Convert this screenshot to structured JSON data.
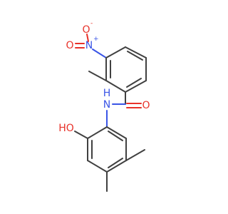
{
  "molecule": {
    "atoms": {
      "nitro_n": {
        "symbol": "N",
        "charge": "+"
      },
      "nitro_o_top": {
        "symbol": "O",
        "charge": "-"
      },
      "nitro_o_bottom": {
        "symbol": "O"
      },
      "carbonyl_o": {
        "symbol": "O"
      },
      "amide_n": {
        "symbol": "N"
      },
      "amide_h": {
        "symbol": "H"
      },
      "hydroxyl": {
        "symbol": "HO"
      }
    },
    "colors": {
      "carbon_bond": "#404040",
      "oxygen": "#e8322a",
      "nitrogen": "#3a55e6"
    }
  }
}
